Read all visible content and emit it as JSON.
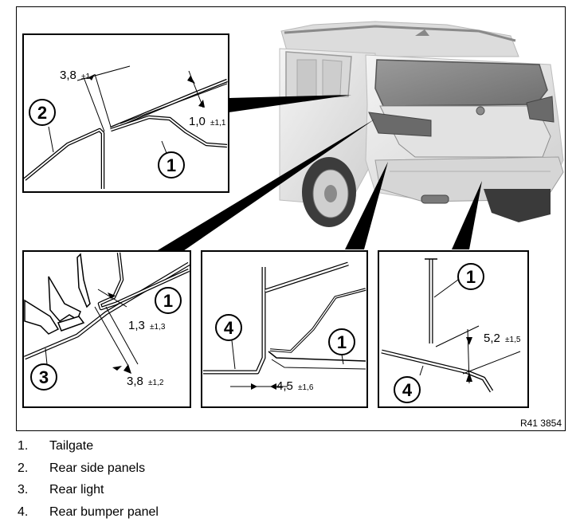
{
  "figure": {
    "reference_code": "R41 3854",
    "callouts": {
      "one": "1",
      "two": "2",
      "three": "3",
      "four": "4"
    },
    "dimensions": {
      "top_gap": {
        "value": "3,8",
        "tolerance": "±1"
      },
      "top_offset": {
        "value": "1,0",
        "tolerance": "±1,1"
      },
      "light_offset": {
        "value": "1,3",
        "tolerance": "±1,3"
      },
      "light_gap": {
        "value": "3,8",
        "tolerance": "±1,2"
      },
      "bumper_gap": {
        "value": "4,5",
        "tolerance": "±1,6"
      },
      "bumper_offset": {
        "value": "5,2",
        "tolerance": "±1,5"
      }
    }
  },
  "legend": [
    {
      "number": "1.",
      "label": "Tailgate"
    },
    {
      "number": "2.",
      "label": "Rear side panels"
    },
    {
      "number": "3.",
      "label": "Rear light"
    },
    {
      "number": "4.",
      "label": "Rear bumper panel"
    }
  ]
}
